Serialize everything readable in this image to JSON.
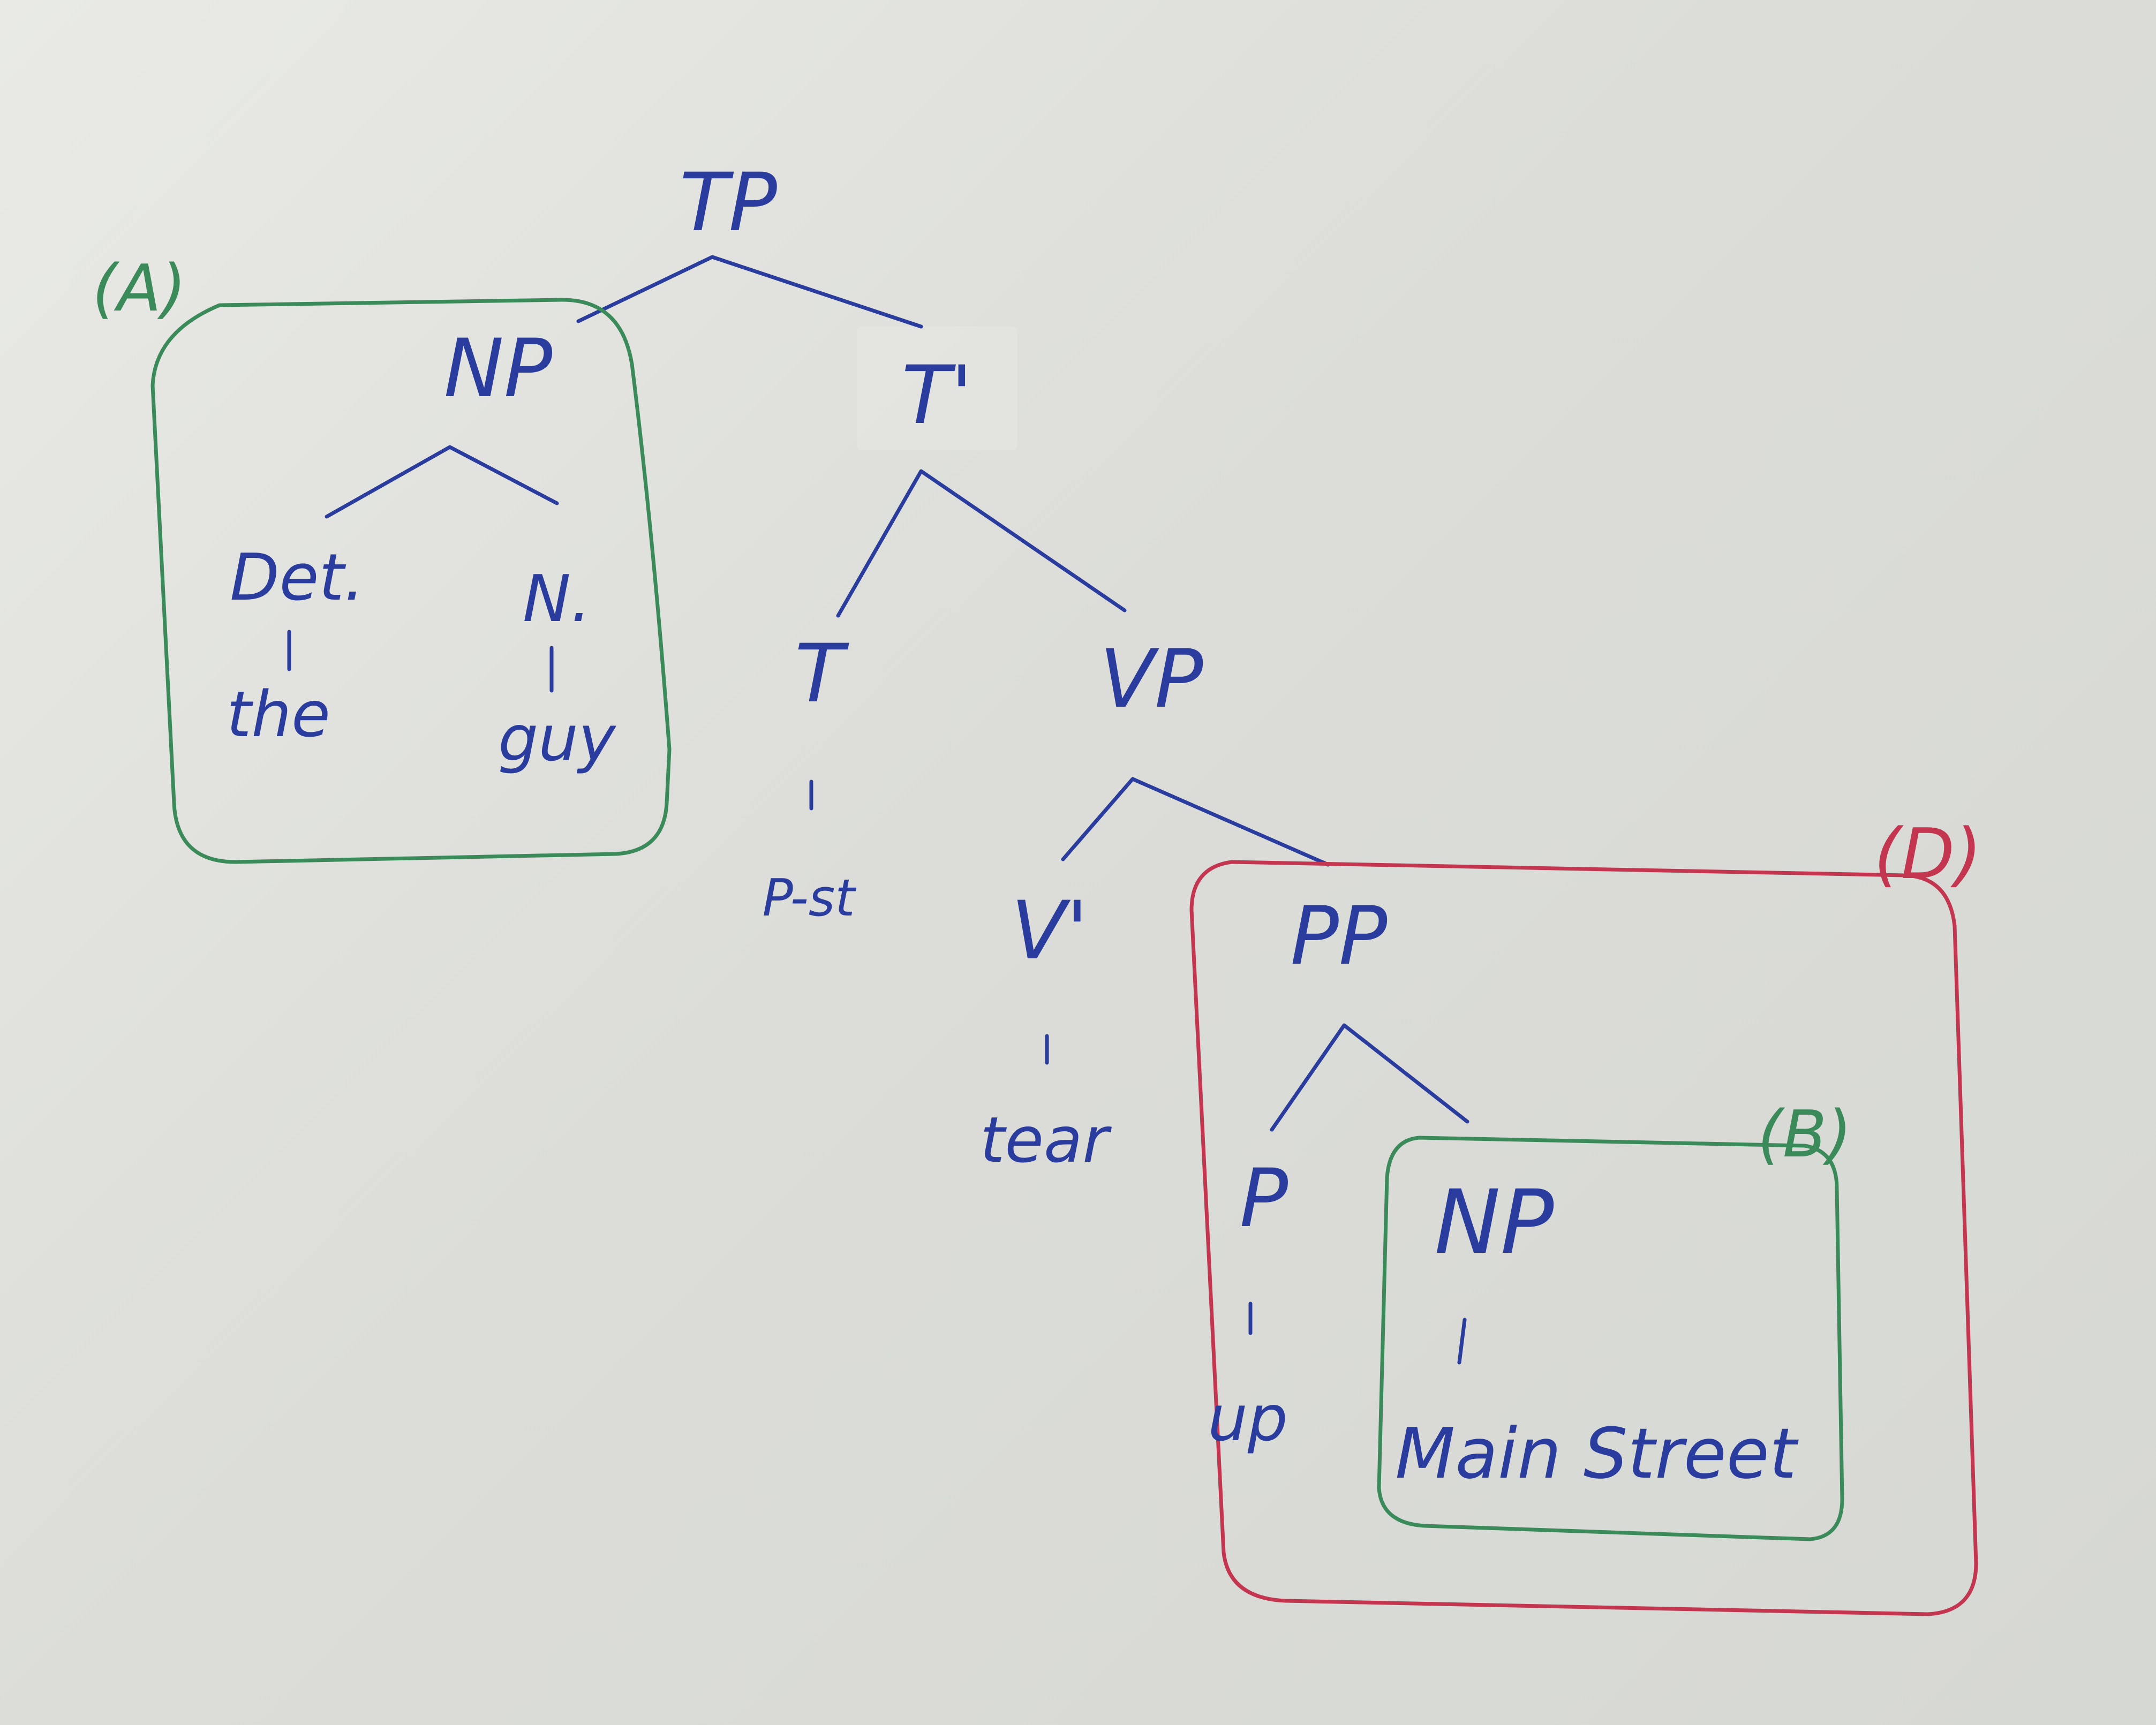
{
  "colors": {
    "ink_tree": "#2a3c9e",
    "box_green": "#3b8a5a",
    "box_red": "#c4354f"
  },
  "tree": {
    "tp": "TP",
    "np_subject": "NP",
    "det": "Det.",
    "det_word": "the",
    "n": "N.",
    "n_word": "guy",
    "t_bar": "T'",
    "t": "T",
    "t_word": "P-st",
    "vp": "VP",
    "v": "V'",
    "v_word": "tear",
    "pp": "PP",
    "p": "P",
    "p_word": "up",
    "np_object": "NP",
    "np_object_word": "Main Street"
  },
  "annotations": {
    "box_a_label": "(A)",
    "box_b_label": "(B)",
    "box_d_label": "(D)"
  }
}
